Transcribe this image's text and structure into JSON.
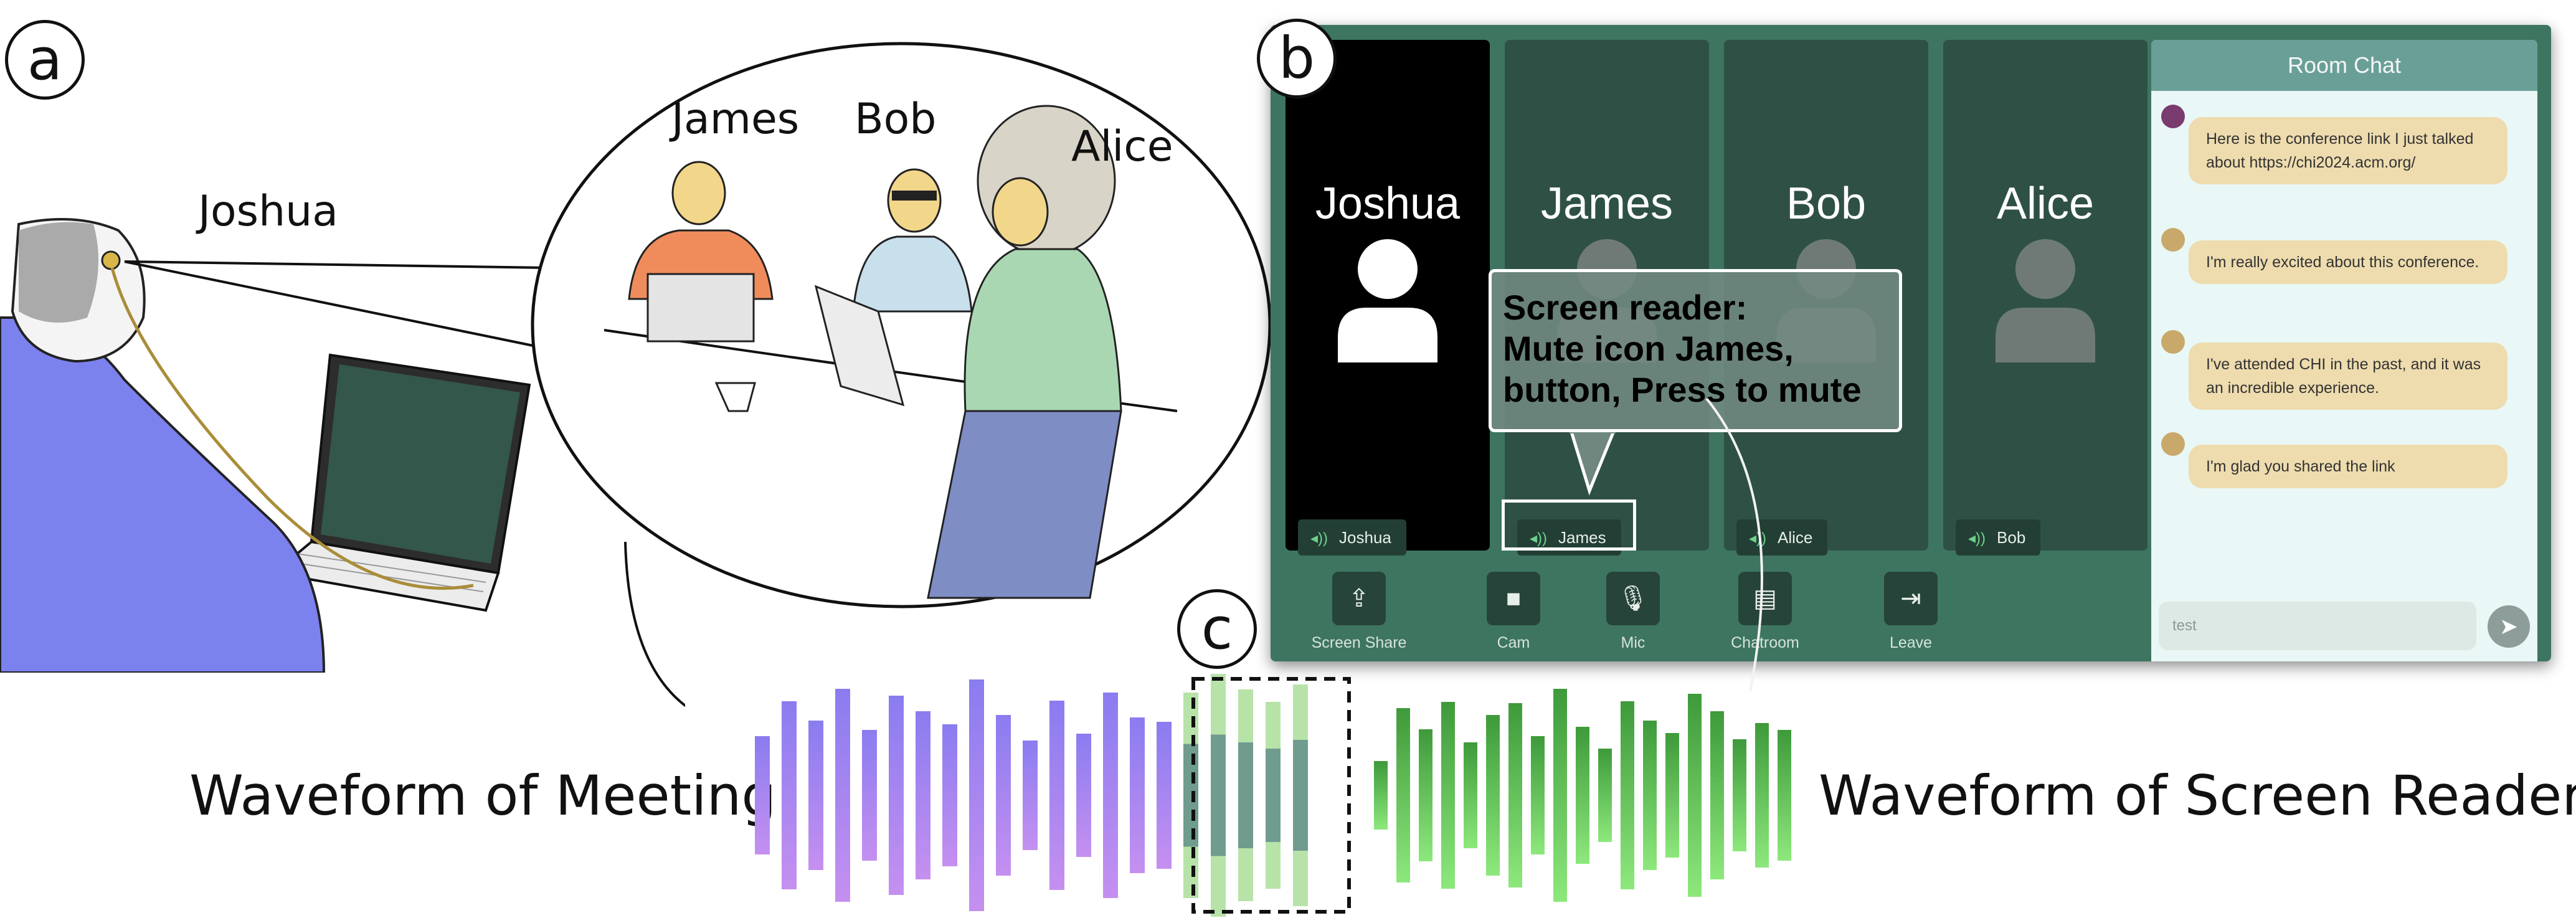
{
  "labels": {
    "a": "a",
    "b": "b",
    "c": "c"
  },
  "scene": {
    "joshua": "Joshua",
    "james": "James",
    "bob": "Bob",
    "alice": "Alice"
  },
  "meeting": {
    "tiles": [
      {
        "name": "Joshua",
        "tag": "Joshua",
        "style": "black",
        "avatar_color": "#ffffff"
      },
      {
        "name": "James",
        "tag": "James",
        "style": "dark",
        "avatar_color": "#6f7a76"
      },
      {
        "name": "Bob",
        "tag": "Alice",
        "style": "dark",
        "avatar_color": "#6f7a76"
      },
      {
        "name": "Alice",
        "tag": "Bob",
        "style": "dark",
        "avatar_color": "#6f7a76"
      }
    ],
    "controls": [
      {
        "label": "Screen Share",
        "icon": "screen-share-icon",
        "glyph": "⇪"
      },
      {
        "label": "Cam",
        "icon": "camera-icon",
        "glyph": "■"
      },
      {
        "label": "Mic",
        "icon": "microphone-icon",
        "glyph": "🎙"
      },
      {
        "label": "Chatroom",
        "icon": "chat-icon",
        "glyph": "▤"
      },
      {
        "label": "Leave",
        "icon": "leave-icon",
        "glyph": "⇥"
      }
    ],
    "chat": {
      "title": "Room Chat",
      "messages": [
        {
          "text": "Here is the conference link I just talked about https://chi2024.acm.org/",
          "icon_color": "#7a3b6e"
        },
        {
          "text": "I'm really excited about this conference.",
          "icon_color": "#c9a96b"
        },
        {
          "text": "I've attended CHI in the past, and it was an incredible experience.",
          "icon_color": "#c9a96b"
        },
        {
          "text": "I'm glad you shared the link",
          "icon_color": "#c9a96b"
        }
      ],
      "input_value": "test"
    },
    "callout": {
      "line1": "Screen reader:",
      "line2": "Mute icon James,",
      "line3": "button, Press to mute"
    }
  },
  "waveform": {
    "left_label": "Waveform of Meeting",
    "right_label": "Waveform of Screen Reader",
    "meeting_color_top": "#8a7cf0",
    "meeting_color_bottom": "#c590f0",
    "reader_color_top": "#3e9a3a",
    "reader_color_bottom": "#8de87c"
  }
}
